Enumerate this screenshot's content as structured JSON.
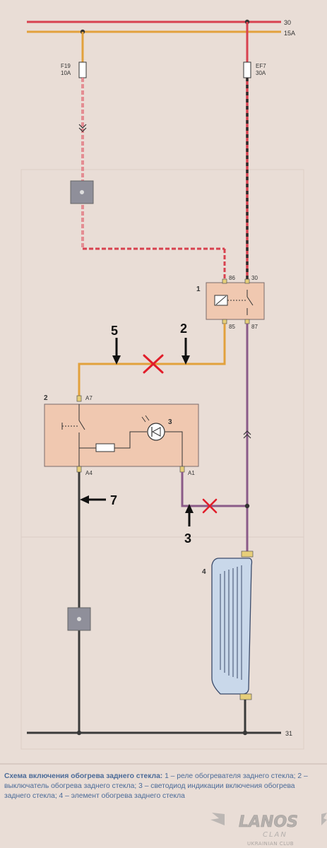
{
  "rails": [
    {
      "id": "30",
      "label": "30",
      "color": "#d8414f"
    },
    {
      "id": "15A",
      "label": "15A",
      "color": "#e2a13c"
    },
    {
      "id": "31",
      "label": "31",
      "color": "#3a3a3a"
    }
  ],
  "fuses": [
    {
      "id": "F19",
      "name": "F19",
      "rating": "10A"
    },
    {
      "id": "EF7",
      "name": "EF7",
      "rating": "30A"
    }
  ],
  "relay": {
    "number": "1",
    "pins": {
      "p86": "86",
      "p30": "30",
      "p85": "85",
      "p87": "87"
    }
  },
  "switch": {
    "number": "2",
    "pins": {
      "a7": "A7",
      "a4": "A4",
      "a1": "A1"
    },
    "led_number": "3"
  },
  "heater": {
    "number": "4"
  },
  "annotations": [
    {
      "id": "arrow5",
      "label": "5"
    },
    {
      "id": "arrow2",
      "label": "2"
    },
    {
      "id": "arrow3",
      "label": "3"
    },
    {
      "id": "arrow7",
      "label": "7"
    }
  ],
  "caption": {
    "title": "Схема включения обогрева заднего стекла:",
    "text": " 1 – реле обогревателя заднего стекла; 2 – выключатель обогрева заднего стекла; 3 – светодиод индикации включения обогрева заднего стекла; 4 – элемент обогрева заднего стекла"
  },
  "logo": {
    "main": "LANOS",
    "sub": "CLAN",
    "tagline": "UKRAINIAN CLUB"
  },
  "colors": {
    "wire_red": "#d8414f",
    "wire_orange": "#e2a13c",
    "wire_purple": "#8a5a88",
    "wire_dark": "#3a3a3a",
    "component_fill": "#f0c8b0",
    "cross_mark": "#e11d2a",
    "caption_text": "#4a6a98"
  }
}
